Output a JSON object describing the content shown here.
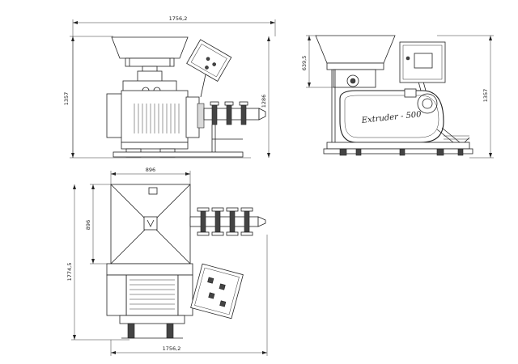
{
  "drawing": {
    "front_view": {
      "dim_width": "1756,2",
      "dim_height_total": "1357",
      "dim_height_inner": "1286"
    },
    "side_view": {
      "dim_hopper": "639,5",
      "dim_height_total": "1357",
      "label": "Extruder - 500"
    },
    "top_view": {
      "dim_top_width": "896",
      "dim_left_inner": "896",
      "dim_left_total": "1774,5",
      "dim_bottom_width": "1756,2"
    }
  }
}
